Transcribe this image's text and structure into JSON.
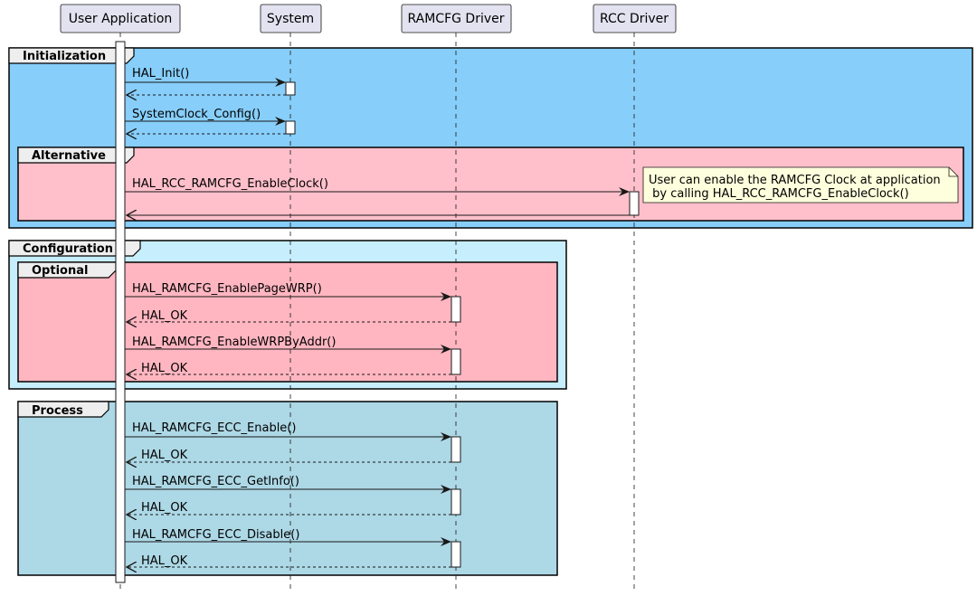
{
  "participants": [
    {
      "name": "User Application"
    },
    {
      "name": "System"
    },
    {
      "name": "RAMCFG Driver"
    },
    {
      "name": "RCC Driver"
    }
  ],
  "groups": {
    "initialization": {
      "label": "Initialization",
      "color": "#87CEFA"
    },
    "alternative": {
      "label": "Alternative",
      "color": "#FFC0CB"
    },
    "configuration": {
      "label": "Configuration",
      "color": "#C6EEFC"
    },
    "optional": {
      "label": "Optional",
      "color": "#FFB6C1"
    },
    "process": {
      "label": "Process",
      "color": "#ADD8E6"
    }
  },
  "messages": {
    "hal_init": "HAL_Init()",
    "sysclock": "SystemClock_Config()",
    "rcc_enable": "HAL_RCC_RAMCFG_EnableClock()",
    "enable_page_wrp": "HAL_RAMCFG_EnablePageWRP()",
    "ret1": "HAL_OK",
    "enable_wrp_addr": "HAL_RAMCFG_EnableWRPByAddr()",
    "ret2": "HAL_OK",
    "ecc_enable": "HAL_RAMCFG_ECC_Enable()",
    "ret3": "HAL_OK",
    "ecc_getinfo": "HAL_RAMCFG_ECC_GetInfo()",
    "ret4": "HAL_OK",
    "ecc_disable": "HAL_RAMCFG_ECC_Disable()",
    "ret5": "HAL_OK"
  },
  "note": {
    "line1": "User can enable the RAMCFG Clock at application",
    "line2": " by calling HAL_RCC_RAMCFG_EnableClock()",
    "color": "#FEFFDD"
  },
  "colors": {
    "participant_fill": "#E2E2F0",
    "frame_header": "#EEEEEE"
  }
}
